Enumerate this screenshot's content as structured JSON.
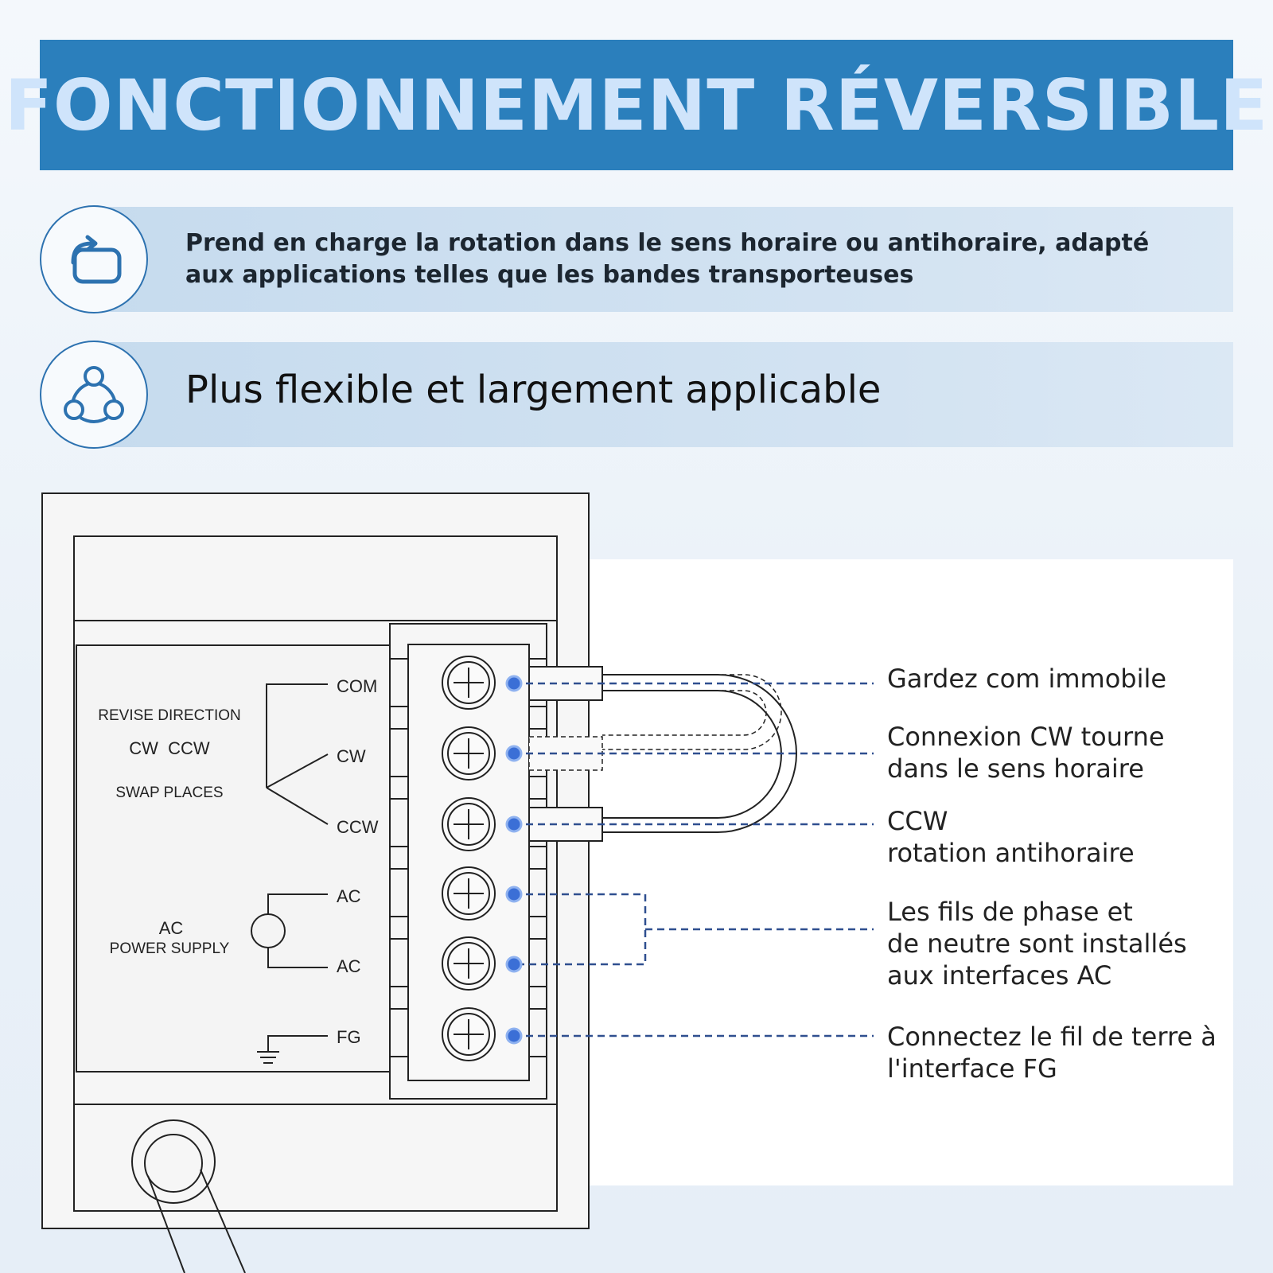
{
  "banner": {
    "title": "FONCTIONNEMENT RÉVERSIBLE"
  },
  "features": [
    {
      "icon": "rotate-icon",
      "text": "Prend en charge la rotation dans le sens horaire ou antihoraire, adapté aux applications telles que les bandes transporteuses"
    },
    {
      "icon": "network-icon",
      "text": "Plus flexible et largement applicable"
    }
  ],
  "diagram": {
    "panel_text": {
      "revise": "REVISE DIRECTION",
      "cw_ccw": "CW  CCW",
      "swap": "SWAP PLACES",
      "ac": "AC",
      "power_supply": "POWER SUPPLY"
    },
    "terminals": [
      "COM",
      "CW",
      "CCW",
      "AC",
      "AC",
      "FG"
    ]
  },
  "callouts": [
    {
      "text": "Gardez com immobile"
    },
    {
      "text": "Connexion CW tourne dans le sens horaire"
    },
    {
      "text": "CCW\nrotation antihoraire"
    },
    {
      "text": "Les fils de phase et de neutre sont installés aux interfaces AC"
    },
    {
      "text": "Connectez le fil de terre à l'interface FG"
    }
  ],
  "colors": {
    "banner": "#2b7fbc",
    "banner_text": "#cfe4fb",
    "accent": "#2d72b0",
    "dot": "#3b6fd6",
    "dashed_line": "#2f4f8f"
  }
}
